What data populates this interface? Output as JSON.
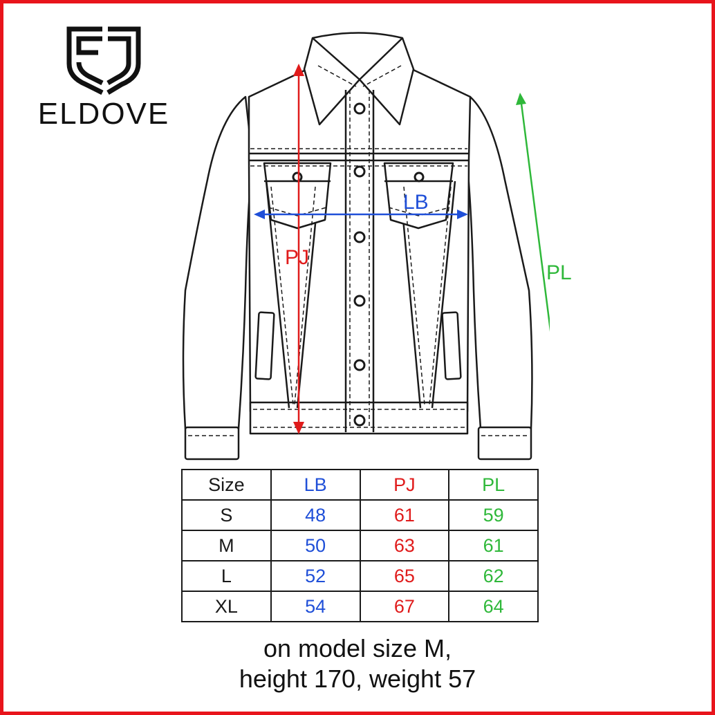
{
  "brand": {
    "name": "ELDOVE"
  },
  "colors": {
    "frame": "#e8141b",
    "lb": "#1f4fd8",
    "pj": "#e01b1b",
    "pl": "#2fb83a",
    "ink": "#1a1a1a"
  },
  "diagram": {
    "labels": {
      "lb": "LB",
      "pj": "PJ",
      "pl": "PL"
    }
  },
  "size_table": {
    "headers": [
      "Size",
      "LB",
      "PJ",
      "PL"
    ],
    "rows": [
      [
        "S",
        "48",
        "61",
        "59"
      ],
      [
        "M",
        "50",
        "63",
        "61"
      ],
      [
        "L",
        "52",
        "65",
        "62"
      ],
      [
        "XL",
        "54",
        "67",
        "64"
      ]
    ]
  },
  "caption": {
    "line1": "on model size M,",
    "line2": "height 170, weight 57"
  }
}
